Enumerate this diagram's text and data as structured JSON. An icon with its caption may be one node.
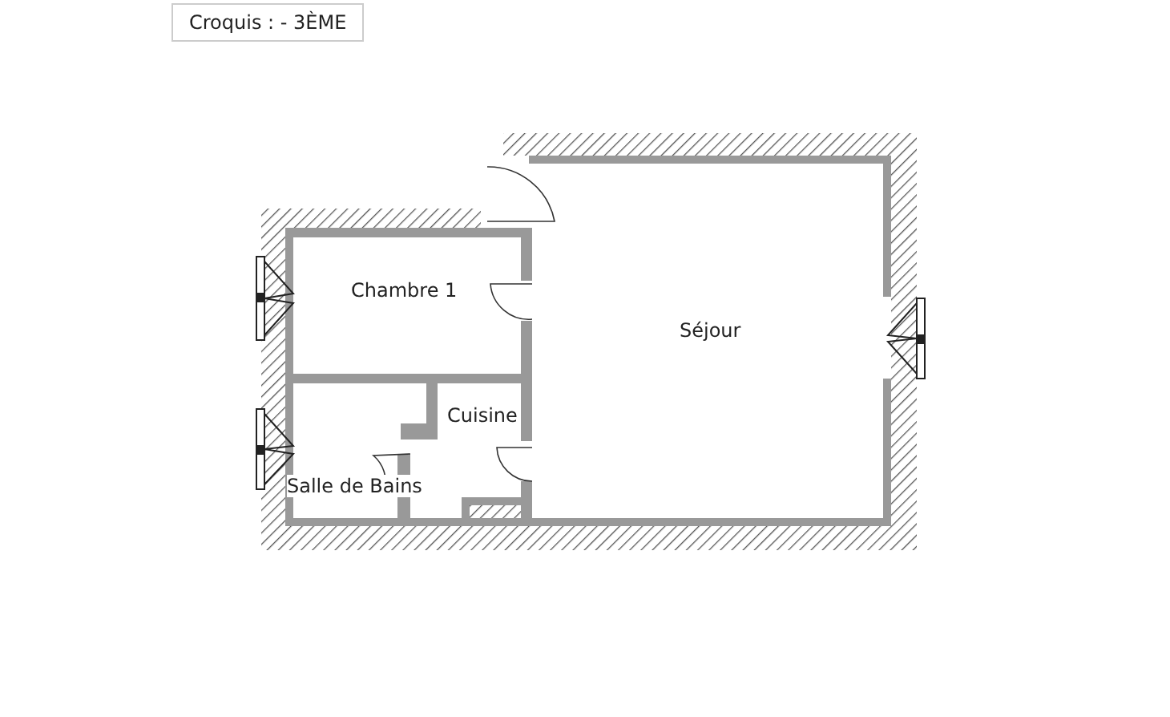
{
  "diagram": {
    "title": "Croquis : - 3ÈME",
    "labels": [
      "Chambre 1",
      "Séjour",
      "Cuisine",
      "Salle de Bains"
    ]
  }
}
